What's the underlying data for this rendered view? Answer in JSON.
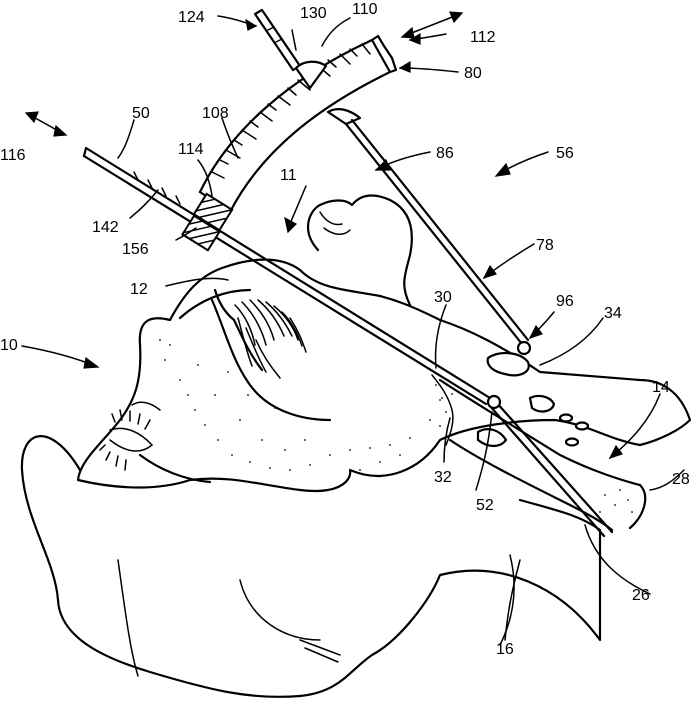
{
  "labels": {
    "l124": "124",
    "l130": "130",
    "l110": "110",
    "l112": "112",
    "l80": "80",
    "l50": "50",
    "l108": "108",
    "l116": "116",
    "l114": "114",
    "l86": "86",
    "l56": "56",
    "l11": "11",
    "l142": "142",
    "l156": "156",
    "l78": "78",
    "l12": "12",
    "l30": "30",
    "l96": "96",
    "l34": "34",
    "l10": "10",
    "l14": "14",
    "l32": "32",
    "l52": "52",
    "l28": "28",
    "l26": "26",
    "l16": "16"
  }
}
